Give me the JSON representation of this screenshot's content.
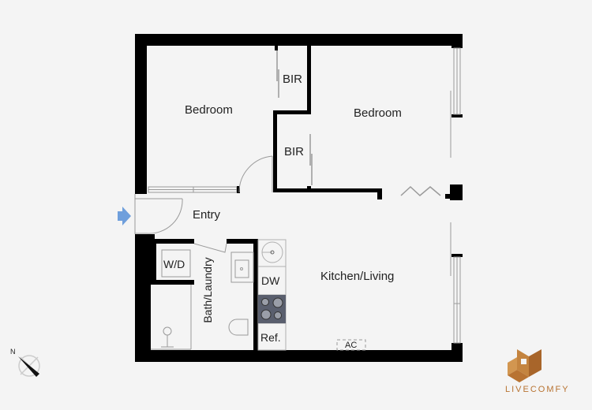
{
  "floorplan": {
    "rooms": [
      {
        "id": "bedroom-1",
        "label": "Bedroom"
      },
      {
        "id": "bedroom-2",
        "label": "Bedroom"
      },
      {
        "id": "bir-1",
        "label": "BIR"
      },
      {
        "id": "bir-2",
        "label": "BIR"
      },
      {
        "id": "entry",
        "label": "Entry"
      },
      {
        "id": "bath-laundry",
        "label": "Bath/Laundry"
      },
      {
        "id": "kitchen-living",
        "label": "Kitchen/Living"
      }
    ],
    "fixtures": {
      "washer_dryer": "W/D",
      "dishwasher": "DW",
      "refrigerator": "Ref.",
      "air_conditioner": "AC"
    },
    "compass": {
      "north_label": "N"
    },
    "entry_marker": "entry-arrow"
  },
  "brand": {
    "name": "LIVECOMFY",
    "color": "#b87332"
  },
  "colors": {
    "wall": "#000000",
    "background": "#f4f4f4",
    "fixture_line": "#9a9a9a",
    "cooktop": "#5a5f6e",
    "entry_arrow": "#6f9fdc"
  }
}
